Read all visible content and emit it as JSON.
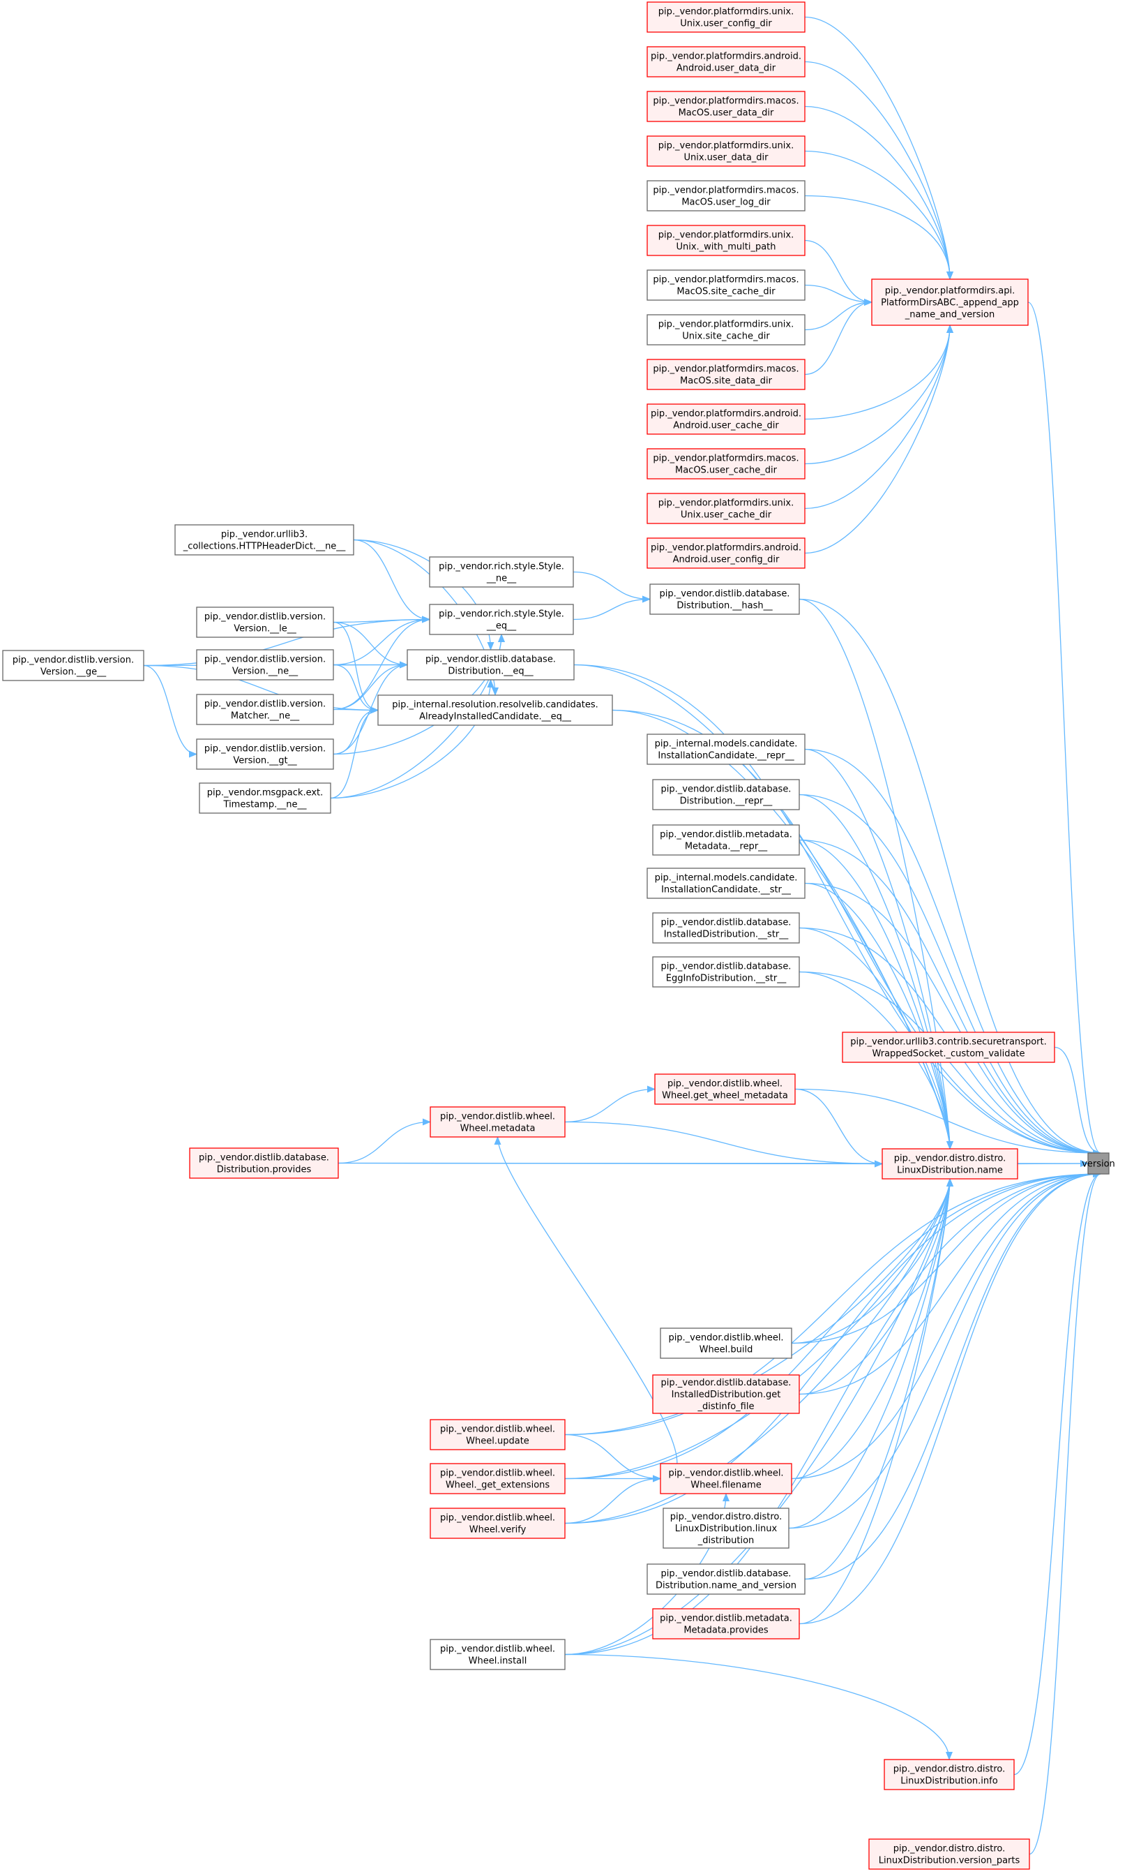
{
  "colors": {
    "edge": "#63b8ff",
    "node_border": "#666666",
    "node_border_highlight": "#ff0000",
    "node_fill": "#ffffff",
    "node_fill_highlight": "#fff0f0",
    "focus_fill": "#999999",
    "focus_border": "#666666"
  },
  "nodes": [
    {
      "id": "version",
      "lines": [
        "version"
      ],
      "style": "focus"
    },
    {
      "id": "append_app",
      "lines": [
        "pip._vendor.platformdirs.api.",
        "PlatformDirsABC._append_app",
        "_name_and_version"
      ],
      "style": "red"
    },
    {
      "id": "unix_user_config_dir",
      "lines": [
        "pip._vendor.platformdirs.unix.",
        "Unix.user_config_dir"
      ],
      "style": "red"
    },
    {
      "id": "android_user_data_dir",
      "lines": [
        "pip._vendor.platformdirs.android.",
        "Android.user_data_dir"
      ],
      "style": "red"
    },
    {
      "id": "macos_user_data_dir",
      "lines": [
        "pip._vendor.platformdirs.macos.",
        "MacOS.user_data_dir"
      ],
      "style": "red"
    },
    {
      "id": "unix_user_data_dir",
      "lines": [
        "pip._vendor.platformdirs.unix.",
        "Unix.user_data_dir"
      ],
      "style": "red"
    },
    {
      "id": "macos_user_log_dir",
      "lines": [
        "pip._vendor.platformdirs.macos.",
        "MacOS.user_log_dir"
      ],
      "style": "gray"
    },
    {
      "id": "unix_with_multi_path",
      "lines": [
        "pip._vendor.platformdirs.unix.",
        "Unix._with_multi_path"
      ],
      "style": "red"
    },
    {
      "id": "macos_site_cache_dir",
      "lines": [
        "pip._vendor.platformdirs.macos.",
        "MacOS.site_cache_dir"
      ],
      "style": "gray"
    },
    {
      "id": "unix_site_cache_dir",
      "lines": [
        "pip._vendor.platformdirs.unix.",
        "Unix.site_cache_dir"
      ],
      "style": "gray"
    },
    {
      "id": "macos_site_data_dir",
      "lines": [
        "pip._vendor.platformdirs.macos.",
        "MacOS.site_data_dir"
      ],
      "style": "red"
    },
    {
      "id": "android_user_cache_dir",
      "lines": [
        "pip._vendor.platformdirs.android.",
        "Android.user_cache_dir"
      ],
      "style": "red"
    },
    {
      "id": "macos_user_cache_dir",
      "lines": [
        "pip._vendor.platformdirs.macos.",
        "MacOS.user_cache_dir"
      ],
      "style": "red"
    },
    {
      "id": "unix_user_cache_dir",
      "lines": [
        "pip._vendor.platformdirs.unix.",
        "Unix.user_cache_dir"
      ],
      "style": "red"
    },
    {
      "id": "android_user_config_dir",
      "lines": [
        "pip._vendor.platformdirs.android.",
        "Android.user_config_dir"
      ],
      "style": "red"
    },
    {
      "id": "style_ne",
      "lines": [
        "pip._vendor.rich.style.Style.",
        "__ne__"
      ],
      "style": "gray"
    },
    {
      "id": "dist_hash",
      "lines": [
        "pip._vendor.distlib.database.",
        "Distribution.__hash__"
      ],
      "style": "gray"
    },
    {
      "id": "style_eq",
      "lines": [
        "pip._vendor.rich.style.Style.",
        "__eq__"
      ],
      "style": "gray"
    },
    {
      "id": "urllib3_ne",
      "lines": [
        "pip._vendor.urllib3.",
        "_collections.HTTPHeaderDict.__ne__"
      ],
      "style": "gray"
    },
    {
      "id": "version_le",
      "lines": [
        "pip._vendor.distlib.version.",
        "Version.__le__"
      ],
      "style": "gray"
    },
    {
      "id": "dist_eq",
      "lines": [
        "pip._vendor.distlib.database.",
        "Distribution.__eq__"
      ],
      "style": "gray"
    },
    {
      "id": "version_ge",
      "lines": [
        "pip._vendor.distlib.version.",
        "Version.__ge__"
      ],
      "style": "gray"
    },
    {
      "id": "version_ne",
      "lines": [
        "pip._vendor.distlib.version.",
        "Version.__ne__"
      ],
      "style": "gray"
    },
    {
      "id": "matcher_ne",
      "lines": [
        "pip._vendor.distlib.version.",
        "Matcher.__ne__"
      ],
      "style": "gray"
    },
    {
      "id": "already_installed_eq",
      "lines": [
        "pip._internal.resolution.resolvelib.candidates.",
        "AlreadyInstalledCandidate.__eq__"
      ],
      "style": "gray"
    },
    {
      "id": "version_gt",
      "lines": [
        "pip._vendor.distlib.version.",
        "Version.__gt__"
      ],
      "style": "gray"
    },
    {
      "id": "timestamp_ne",
      "lines": [
        "pip._vendor.msgpack.ext.",
        "Timestamp.__ne__"
      ],
      "style": "gray"
    },
    {
      "id": "inst_cand_repr",
      "lines": [
        "pip._internal.models.candidate.",
        "InstallationCandidate.__repr__"
      ],
      "style": "gray"
    },
    {
      "id": "dist_repr",
      "lines": [
        "pip._vendor.distlib.database.",
        "Distribution.__repr__"
      ],
      "style": "gray"
    },
    {
      "id": "metadata_repr",
      "lines": [
        "pip._vendor.distlib.metadata.",
        "Metadata.__repr__"
      ],
      "style": "gray"
    },
    {
      "id": "inst_cand_str",
      "lines": [
        "pip._internal.models.candidate.",
        "InstallationCandidate.__str__"
      ],
      "style": "gray"
    },
    {
      "id": "installed_dist_str",
      "lines": [
        "pip._vendor.distlib.database.",
        "InstalledDistribution.__str__"
      ],
      "style": "gray"
    },
    {
      "id": "egginfo_dist_str",
      "lines": [
        "pip._vendor.distlib.database.",
        "EggInfoDistribution.__str__"
      ],
      "style": "gray"
    },
    {
      "id": "custom_validate",
      "lines": [
        "pip._vendor.urllib3.contrib.securetransport.",
        "WrappedSocket._custom_validate"
      ],
      "style": "red"
    },
    {
      "id": "get_wheel_metadata",
      "lines": [
        "pip._vendor.distlib.wheel.",
        "Wheel.get_wheel_metadata"
      ],
      "style": "red"
    },
    {
      "id": "wheel_metadata",
      "lines": [
        "pip._vendor.distlib.wheel.",
        "Wheel.metadata"
      ],
      "style": "red"
    },
    {
      "id": "linux_name",
      "lines": [
        "pip._vendor.distro.distro.",
        "LinuxDistribution.name"
      ],
      "style": "red"
    },
    {
      "id": "dist_provides",
      "lines": [
        "pip._vendor.distlib.database.",
        "Distribution.provides"
      ],
      "style": "red"
    },
    {
      "id": "wheel_build",
      "lines": [
        "pip._vendor.distlib.wheel.",
        "Wheel.build"
      ],
      "style": "gray"
    },
    {
      "id": "get_distinfo_file",
      "lines": [
        "pip._vendor.distlib.database.",
        "InstalledDistribution.get",
        "_distinfo_file"
      ],
      "style": "red"
    },
    {
      "id": "wheel_update",
      "lines": [
        "pip._vendor.distlib.wheel.",
        "Wheel.update"
      ],
      "style": "red"
    },
    {
      "id": "wheel_filename",
      "lines": [
        "pip._vendor.distlib.wheel.",
        "Wheel.filename"
      ],
      "style": "red"
    },
    {
      "id": "wheel_get_extensions",
      "lines": [
        "pip._vendor.distlib.wheel.",
        "Wheel._get_extensions"
      ],
      "style": "red"
    },
    {
      "id": "linux_distribution",
      "lines": [
        "pip._vendor.distro.distro.",
        "LinuxDistribution.linux",
        "_distribution"
      ],
      "style": "gray"
    },
    {
      "id": "wheel_verify",
      "lines": [
        "pip._vendor.distlib.wheel.",
        "Wheel.verify"
      ],
      "style": "red"
    },
    {
      "id": "name_and_version",
      "lines": [
        "pip._vendor.distlib.database.",
        "Distribution.name_and_version"
      ],
      "style": "gray"
    },
    {
      "id": "metadata_provides",
      "lines": [
        "pip._vendor.distlib.metadata.",
        "Metadata.provides"
      ],
      "style": "red"
    },
    {
      "id": "wheel_install",
      "lines": [
        "pip._vendor.distlib.wheel.",
        "Wheel.install"
      ],
      "style": "gray"
    },
    {
      "id": "linux_info",
      "lines": [
        "pip._vendor.distro.distro.",
        "LinuxDistribution.info"
      ],
      "style": "red"
    },
    {
      "id": "version_parts",
      "lines": [
        "pip._vendor.distro.distro.",
        "LinuxDistribution.version_parts"
      ],
      "style": "red"
    }
  ],
  "edges": [
    [
      "unix_user_config_dir",
      "append_app"
    ],
    [
      "android_user_data_dir",
      "append_app"
    ],
    [
      "macos_user_data_dir",
      "append_app"
    ],
    [
      "unix_user_data_dir",
      "append_app"
    ],
    [
      "macos_user_log_dir",
      "append_app"
    ],
    [
      "unix_with_multi_path",
      "append_app"
    ],
    [
      "macos_site_cache_dir",
      "append_app"
    ],
    [
      "unix_site_cache_dir",
      "append_app"
    ],
    [
      "macos_site_data_dir",
      "append_app"
    ],
    [
      "android_user_cache_dir",
      "append_app"
    ],
    [
      "macos_user_cache_dir",
      "append_app"
    ],
    [
      "unix_user_cache_dir",
      "append_app"
    ],
    [
      "android_user_config_dir",
      "append_app"
    ],
    [
      "append_app",
      "version"
    ],
    [
      "style_ne",
      "dist_hash"
    ],
    [
      "style_eq",
      "dist_hash"
    ],
    [
      "dist_hash",
      "version"
    ],
    [
      "dist_hash",
      "linux_name"
    ],
    [
      "urllib3_ne",
      "style_eq"
    ],
    [
      "urllib3_ne",
      "dist_eq"
    ],
    [
      "urllib3_ne",
      "already_installed_eq"
    ],
    [
      "version_le",
      "style_eq"
    ],
    [
      "version_le",
      "dist_eq"
    ],
    [
      "version_le",
      "already_installed_eq"
    ],
    [
      "version_ne",
      "style_eq"
    ],
    [
      "version_ne",
      "dist_eq"
    ],
    [
      "version_ne",
      "already_installed_eq"
    ],
    [
      "matcher_ne",
      "style_eq"
    ],
    [
      "matcher_ne",
      "dist_eq"
    ],
    [
      "matcher_ne",
      "already_installed_eq"
    ],
    [
      "version_gt",
      "style_eq"
    ],
    [
      "version_gt",
      "dist_eq"
    ],
    [
      "version_gt",
      "already_installed_eq"
    ],
    [
      "timestamp_ne",
      "style_eq"
    ],
    [
      "timestamp_ne",
      "dist_eq"
    ],
    [
      "timestamp_ne",
      "already_installed_eq"
    ],
    [
      "version_ge",
      "style_eq"
    ],
    [
      "version_ge",
      "dist_eq"
    ],
    [
      "version_ge",
      "already_installed_eq"
    ],
    [
      "version_ge",
      "version_gt"
    ],
    [
      "dist_eq",
      "version"
    ],
    [
      "dist_eq",
      "linux_name"
    ],
    [
      "already_installed_eq",
      "version"
    ],
    [
      "already_installed_eq",
      "linux_name"
    ],
    [
      "inst_cand_repr",
      "version"
    ],
    [
      "inst_cand_repr",
      "linux_name"
    ],
    [
      "dist_repr",
      "version"
    ],
    [
      "dist_repr",
      "linux_name"
    ],
    [
      "metadata_repr",
      "version"
    ],
    [
      "metadata_repr",
      "linux_name"
    ],
    [
      "inst_cand_str",
      "version"
    ],
    [
      "inst_cand_str",
      "linux_name"
    ],
    [
      "installed_dist_str",
      "version"
    ],
    [
      "installed_dist_str",
      "linux_name"
    ],
    [
      "egginfo_dist_str",
      "version"
    ],
    [
      "egginfo_dist_str",
      "linux_name"
    ],
    [
      "custom_validate",
      "version"
    ],
    [
      "get_wheel_metadata",
      "version"
    ],
    [
      "get_wheel_metadata",
      "linux_name"
    ],
    [
      "wheel_metadata",
      "get_wheel_metadata"
    ],
    [
      "wheel_metadata",
      "linux_name"
    ],
    [
      "dist_provides",
      "wheel_metadata"
    ],
    [
      "dist_provides",
      "linux_name"
    ],
    [
      "dist_provides",
      "version"
    ],
    [
      "linux_name",
      "version"
    ],
    [
      "wheel_build",
      "version"
    ],
    [
      "wheel_build",
      "linux_name"
    ],
    [
      "get_distinfo_file",
      "version"
    ],
    [
      "get_distinfo_file",
      "linux_name"
    ],
    [
      "wheel_update",
      "version"
    ],
    [
      "wheel_update",
      "linux_name"
    ],
    [
      "wheel_update",
      "wheel_filename"
    ],
    [
      "wheel_get_extensions",
      "version"
    ],
    [
      "wheel_get_extensions",
      "linux_name"
    ],
    [
      "wheel_get_extensions",
      "wheel_filename"
    ],
    [
      "wheel_verify",
      "version"
    ],
    [
      "wheel_verify",
      "linux_name"
    ],
    [
      "wheel_verify",
      "wheel_filename"
    ],
    [
      "wheel_install",
      "version"
    ],
    [
      "wheel_install",
      "linux_name"
    ],
    [
      "wheel_install",
      "wheel_filename"
    ],
    [
      "wheel_filename",
      "version"
    ],
    [
      "wheel_filename",
      "linux_name"
    ],
    [
      "wheel_filename",
      "wheel_metadata"
    ],
    [
      "linux_distribution",
      "version"
    ],
    [
      "linux_distribution",
      "linux_name"
    ],
    [
      "name_and_version",
      "version"
    ],
    [
      "name_and_version",
      "linux_name"
    ],
    [
      "metadata_provides",
      "version"
    ],
    [
      "metadata_provides",
      "linux_name"
    ],
    [
      "wheel_install",
      "linux_info"
    ],
    [
      "linux_info",
      "version"
    ],
    [
      "version_parts",
      "version"
    ]
  ]
}
